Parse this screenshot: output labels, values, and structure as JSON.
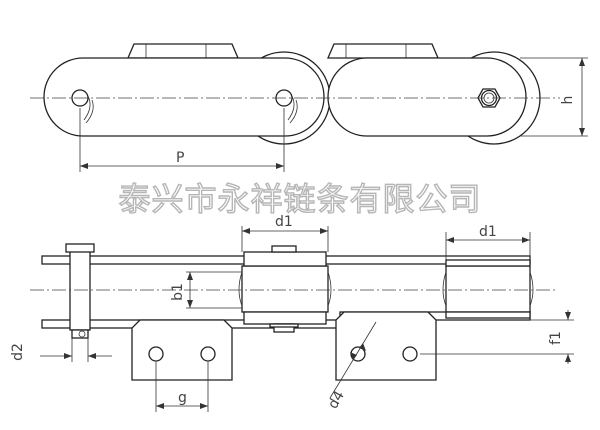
{
  "watermark": "泰兴市永祥链条有限公司",
  "dimensions": {
    "pitch": "P",
    "height": "h",
    "roller_dia_top": "d1",
    "roller_dia_right": "d1",
    "roller_width": "b1",
    "pin_dia": "d2",
    "attachment_offset": "f1",
    "attachment_hole_dia": "d4",
    "attachment_hole_spacing": "g"
  }
}
